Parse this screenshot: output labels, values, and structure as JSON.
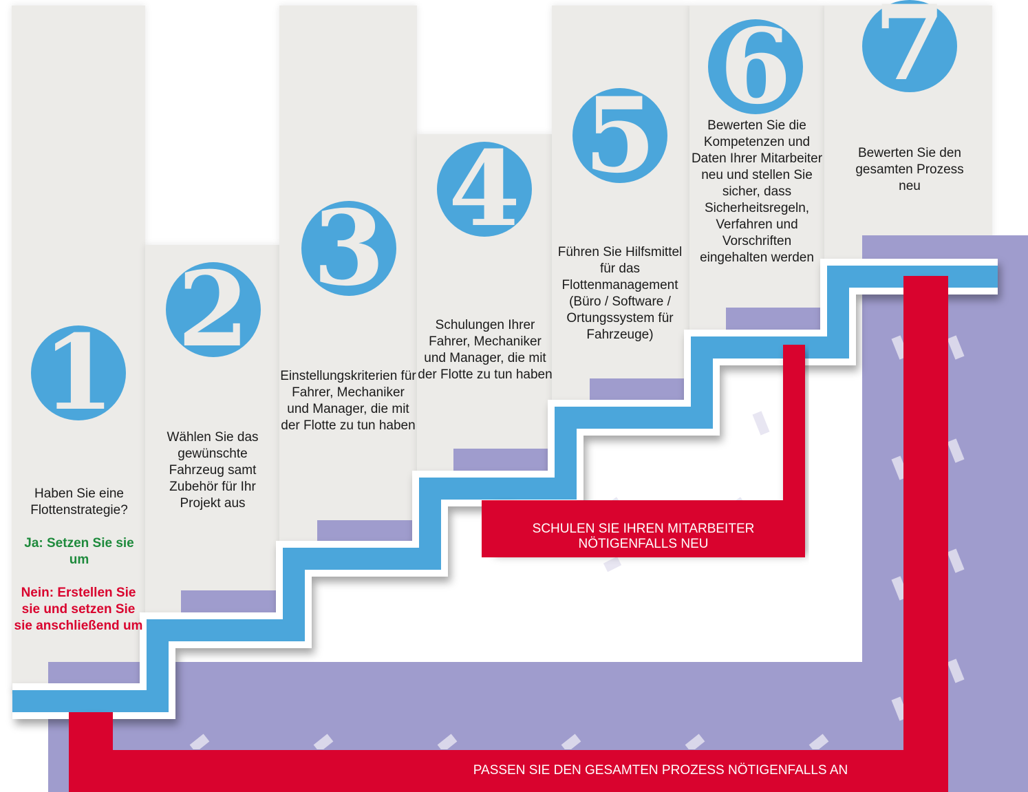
{
  "colors": {
    "panel": "#ecebe8",
    "stair_blue": "#4ba6db",
    "red": "#d9032e",
    "purple": "#9f9ccd",
    "green": "#1e8a3c"
  },
  "steps": [
    {
      "number": "1",
      "question": "Haben Sie eine Flottenstrategie?",
      "yes": "Ja: Setzen Sie sie um",
      "no": "Nein: Erstellen Sie sie und setzen Sie sie anschließend um"
    },
    {
      "number": "2",
      "text": "Wählen Sie das gewünschte Fahrzeug samt Zubehör für Ihr Projekt aus"
    },
    {
      "number": "3",
      "text": "Einstellungskriterien für Fahrer, Mechaniker und Manager, die mit der Flotte zu tun haben"
    },
    {
      "number": "4",
      "text": "Schulungen Ihrer Fahrer, Mechaniker und Manager, die mit der Flotte zu tun haben"
    },
    {
      "number": "5",
      "text": "Führen Sie Hilfsmittel für das Flottenmanagement (Büro / Software / Ortungssystem für Fahrzeuge)"
    },
    {
      "number": "6",
      "text": "Bewerten Sie die Kompetenzen und Daten Ihrer Mitarbeiter neu und stellen Sie sicher, dass Sicherheitsregeln, Verfahren und Vorschriften eingehalten werden"
    },
    {
      "number": "7",
      "text": "Bewerten Sie den gesamten Prozess neu"
    }
  ],
  "banners": {
    "retrain": "SCHULEN SIE IHREN MITARBEITER NÖTIGENFALLS NEU",
    "adjust": "PASSEN SIE DEN GESAMTEN PROZESS NÖTIGENFALLS AN"
  }
}
